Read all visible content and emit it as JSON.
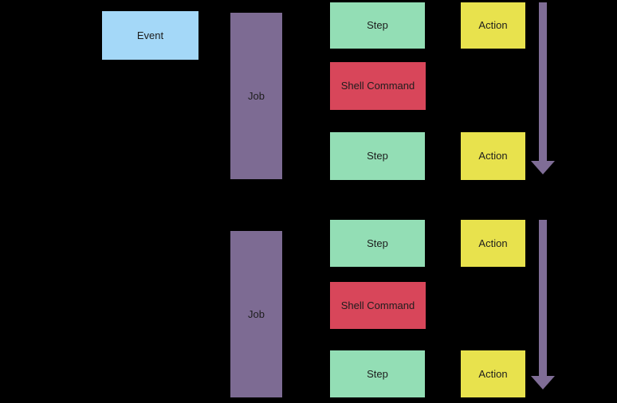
{
  "diagram": {
    "background": "#000000",
    "colors": {
      "event": "#a4d8f8",
      "job": "#7d6b93",
      "step": "#93deb5",
      "shell": "#d8465a",
      "action": "#e8e24d",
      "arrow": "#7f6d96",
      "text": "#1d1d1d"
    },
    "nodes": [
      {
        "id": "event",
        "type": "event",
        "label": "Event"
      },
      {
        "id": "job-1",
        "type": "job",
        "label": "Job"
      },
      {
        "id": "step-1",
        "type": "step",
        "label": "Step"
      },
      {
        "id": "action-1",
        "type": "action",
        "label": "Action"
      },
      {
        "id": "shell-1",
        "type": "shell",
        "label": "Shell Command"
      },
      {
        "id": "step-2",
        "type": "step",
        "label": "Step"
      },
      {
        "id": "action-2",
        "type": "action",
        "label": "Action"
      },
      {
        "id": "job-2",
        "type": "job",
        "label": "Job"
      },
      {
        "id": "step-3",
        "type": "step",
        "label": "Step"
      },
      {
        "id": "action-3",
        "type": "action",
        "label": "Action"
      },
      {
        "id": "shell-2",
        "type": "shell",
        "label": "Shell Command"
      },
      {
        "id": "step-4",
        "type": "step",
        "label": "Step"
      },
      {
        "id": "action-4",
        "type": "action",
        "label": "Action"
      }
    ],
    "arrows": [
      {
        "id": "arrow-1",
        "direction": "down"
      },
      {
        "id": "arrow-2",
        "direction": "down"
      }
    ]
  }
}
